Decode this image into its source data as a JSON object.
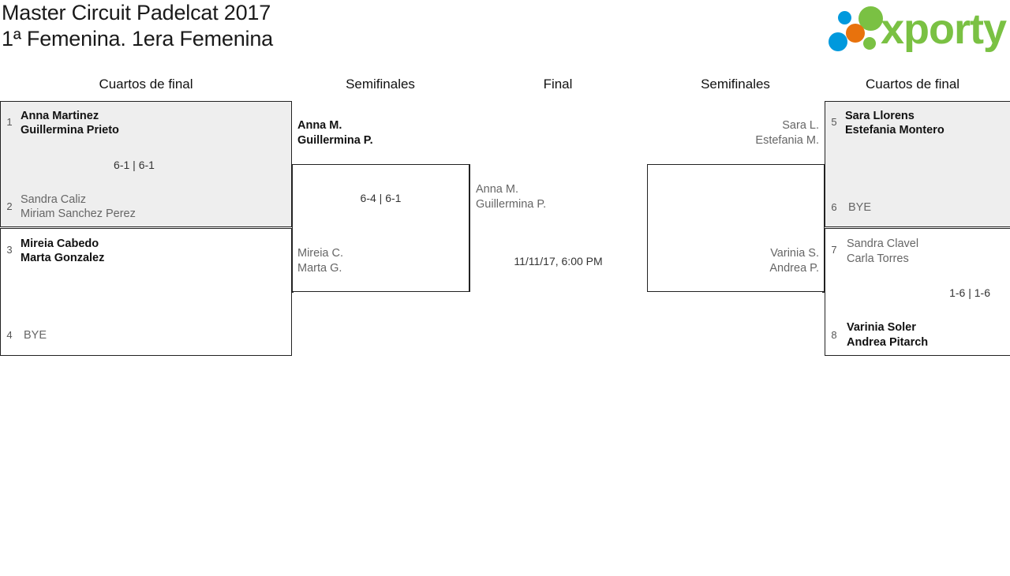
{
  "header": {
    "tournament_title": "Master Circuit Padelcat 2017",
    "category_title": "1ª Femenina. 1era Femenina",
    "logo_text": "xporty"
  },
  "rounds": [
    {
      "id": "qf-left",
      "label": "Cuartos de final"
    },
    {
      "id": "sf-left",
      "label": "Semifinales"
    },
    {
      "id": "final",
      "label": "Final"
    },
    {
      "id": "sf-right",
      "label": "Semifinales"
    },
    {
      "id": "qf-right",
      "label": "Cuartos de final"
    }
  ],
  "bracket": {
    "qf1": {
      "seed_top": "1",
      "top_line1": "Anna Martinez",
      "top_line2": "Guillermina Prieto",
      "seed_bottom": "2",
      "bottom_line1": "Sandra Caliz",
      "bottom_line2": "Miriam Sanchez Perez",
      "score": "6-1 | 6-1"
    },
    "qf2": {
      "seed_top": "3",
      "top_line1": "Mireia Cabedo",
      "top_line2": "Marta Gonzalez",
      "seed_bottom": "4",
      "bottom_line1": "BYE",
      "score": ""
    },
    "qf3": {
      "seed_top": "5",
      "top_line1": "Sara Llorens",
      "top_line2": "Estefania Montero",
      "seed_bottom": "6",
      "bottom_line1": "BYE",
      "score": ""
    },
    "qf4": {
      "seed_top": "7",
      "top_line1": "Sandra Clavel",
      "top_line2": "Carla Torres",
      "seed_bottom": "8",
      "bottom_line1": "Varinia Soler",
      "bottom_line2": "Andrea Pitarch",
      "score": "1-6 | 1-6"
    },
    "sf1": {
      "top_line1": "Anna M.",
      "top_line2": "Guillermina P.",
      "bottom_line1": "Mireia C.",
      "bottom_line2": "Marta G.",
      "score": "6-4 | 6-1"
    },
    "sf2": {
      "top_line1": "Sara L.",
      "top_line2": "Estefania M.",
      "bottom_line1": "Varinia S.",
      "bottom_line2": "Andrea P.",
      "score": ""
    },
    "final": {
      "top_line1": "Anna M.",
      "top_line2": "Guillermina P.",
      "datetime": "11/11/17, 6:00 PM"
    }
  }
}
